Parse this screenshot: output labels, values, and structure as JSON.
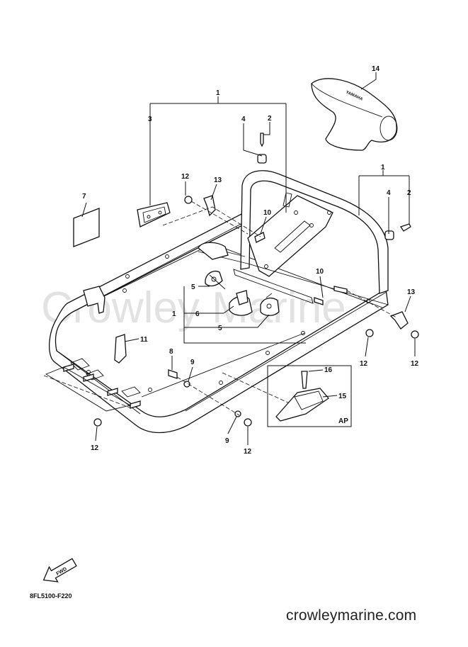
{
  "diagram": {
    "watermark": "Crowley Marine",
    "callouts": {
      "c1a": "1",
      "c3": "3",
      "c4a": "4",
      "c2a": "2",
      "c14": "14",
      "c1b": "1",
      "c4b": "4",
      "c2b": "2",
      "c12a": "12",
      "c13a": "13",
      "c7": "7",
      "c10a": "10",
      "c10b": "10",
      "c13b": "13",
      "c5a": "5",
      "c1c": "1",
      "c6": "6",
      "c5b": "5",
      "c11": "11",
      "c8": "8",
      "c9a": "9",
      "c12b": "12",
      "c12c": "12",
      "c16": "16",
      "c15": "15",
      "c12d": "12",
      "c9b": "9",
      "c12e": "12"
    },
    "inset_label": "AP",
    "fwd_label": "FWD",
    "part_code": "8FL5100-F220"
  },
  "footer": {
    "website": "crowleymarine.com"
  }
}
